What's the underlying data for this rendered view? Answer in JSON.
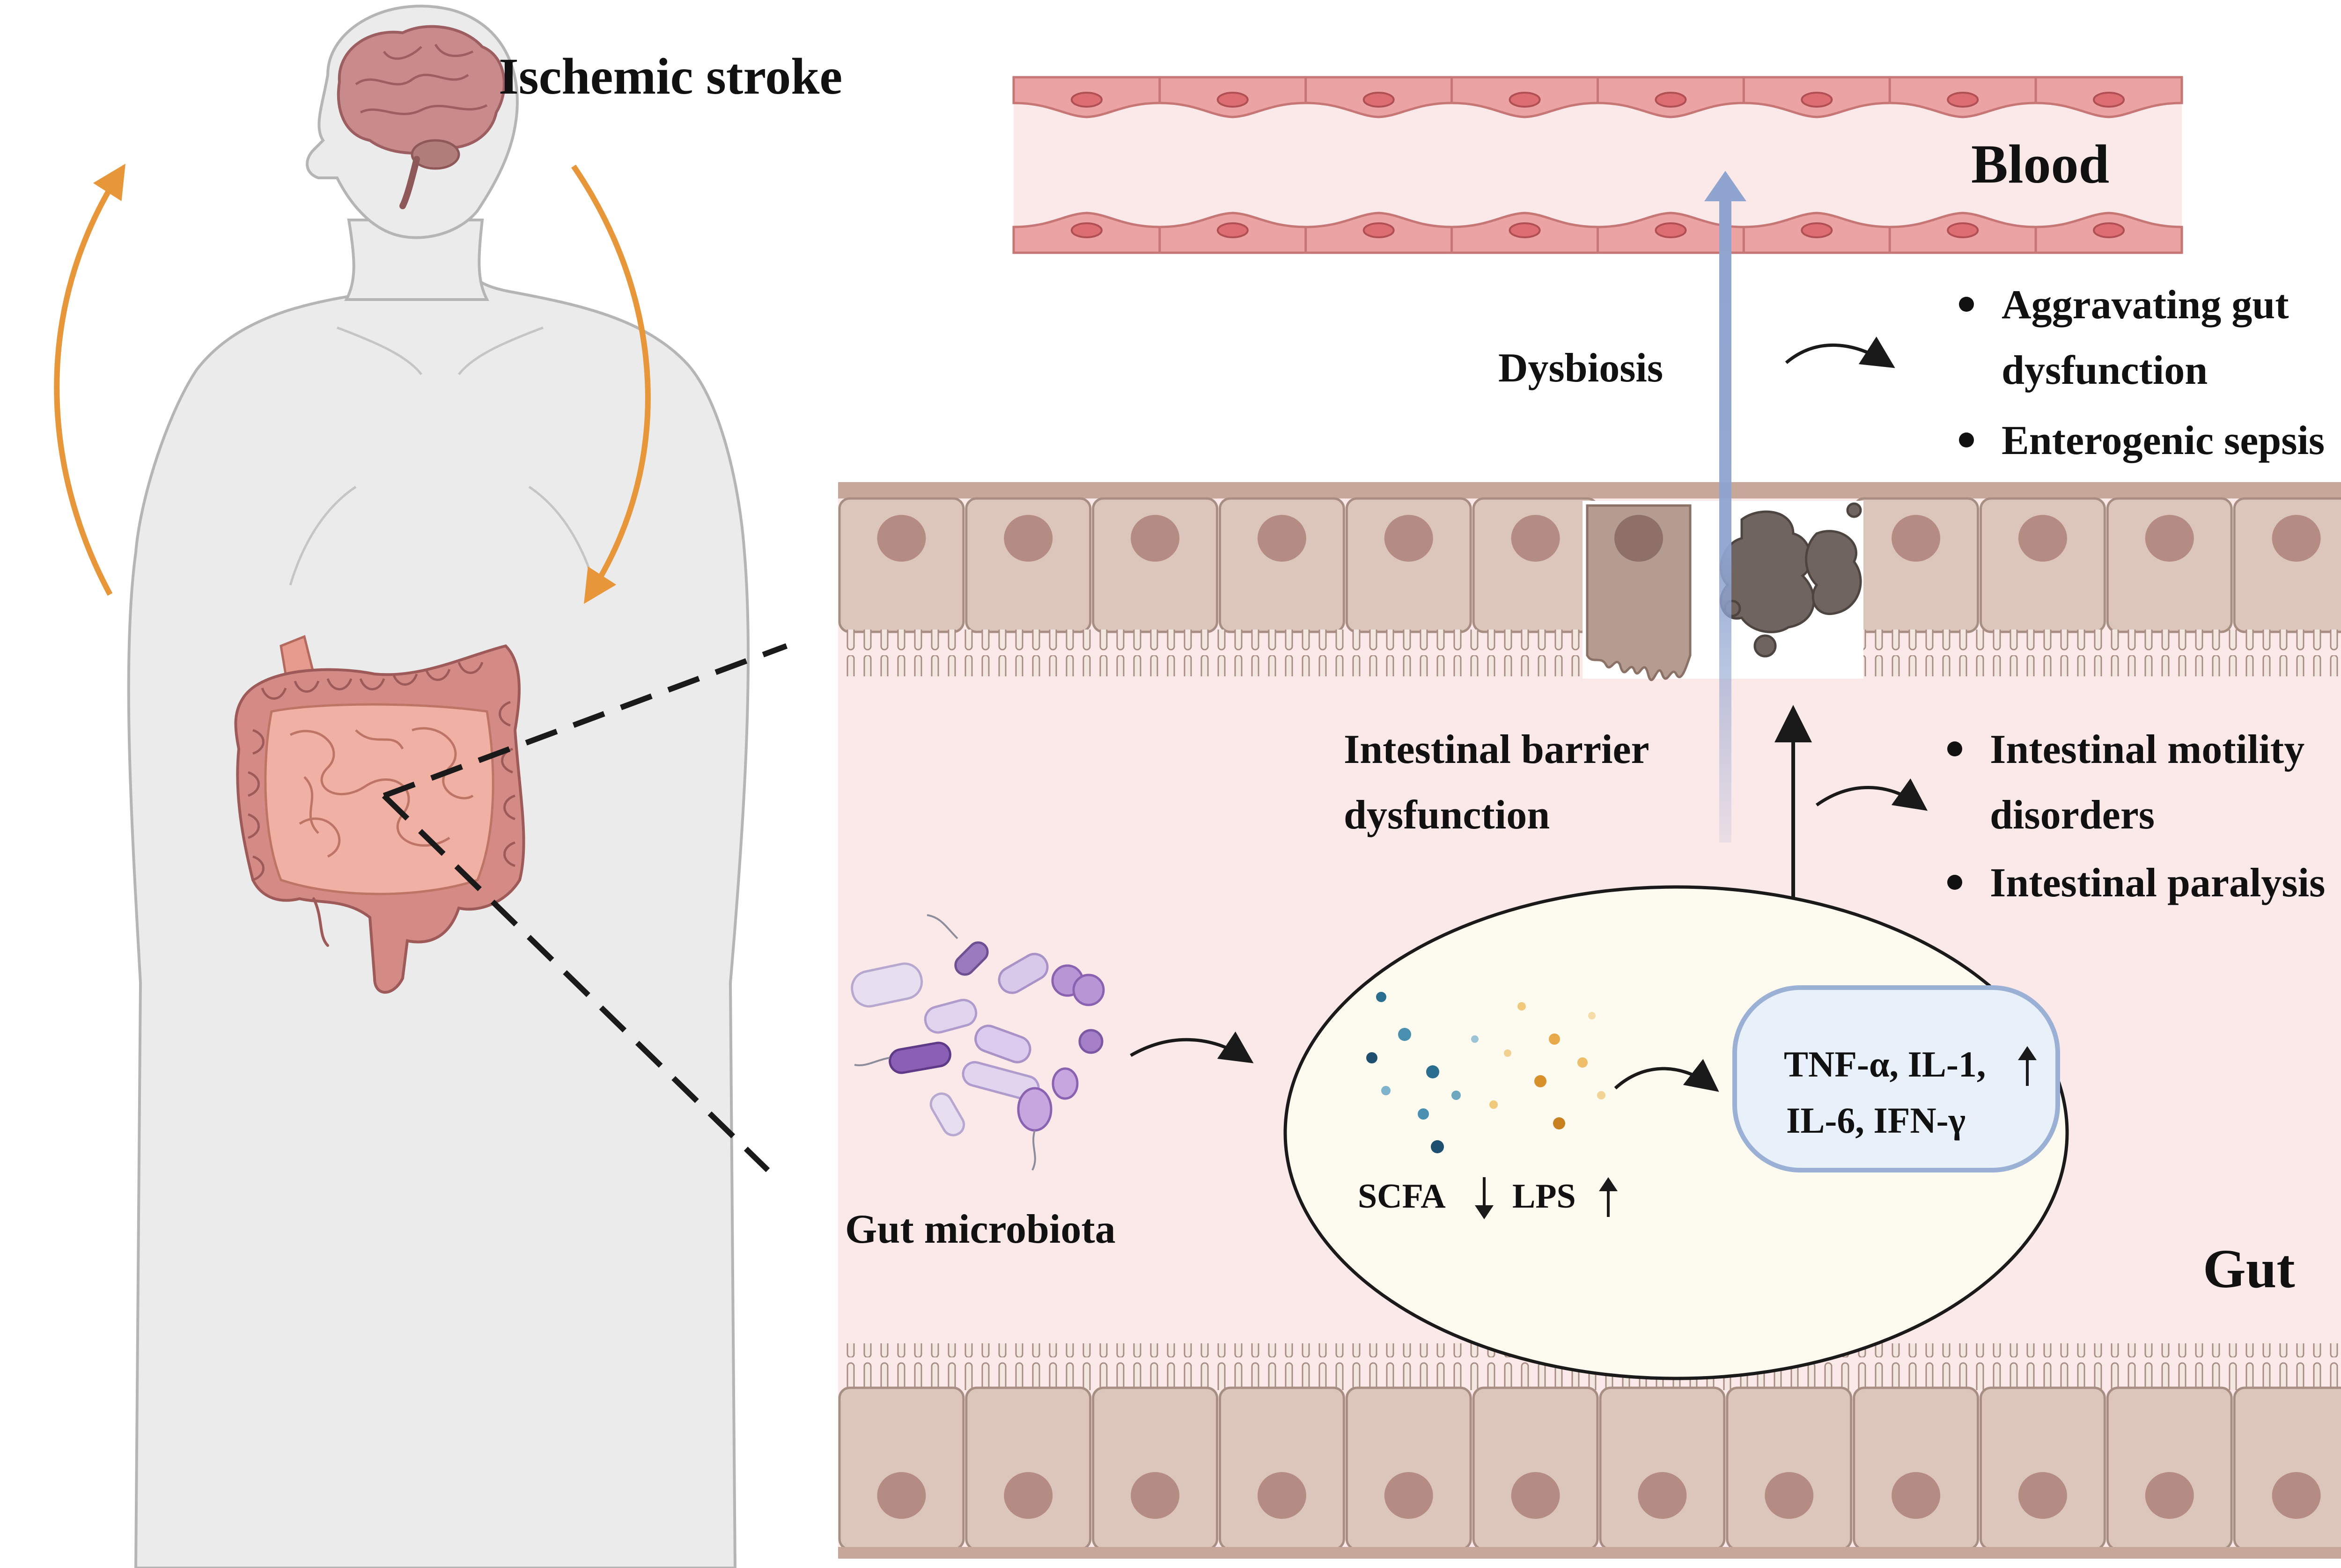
{
  "labels": {
    "stroke_title": "Ischemic stroke",
    "blood": "Blood",
    "gut": "Gut",
    "dysbiosis": "Dysbiosis",
    "barrier_line1": "Intestinal barrier",
    "barrier_line2": "dysfunction",
    "gut_microbiota": "Gut microbiota",
    "scfa": "SCFA",
    "lps": "LPS",
    "cytokines_line1": "TNF-α, IL-1,",
    "cytokines_line2": "IL-6, IFN-γ"
  },
  "outcomes_dysbiosis": [
    {
      "line1": "Aggravating gut",
      "line2": "dysfunction"
    },
    {
      "line1": "Enterogenic sepsis",
      "line2": ""
    }
  ],
  "outcomes_cytokines": [
    {
      "line1": "Intestinal motility",
      "line2": "disorders"
    },
    {
      "line1": "Intestinal paralysis",
      "line2": ""
    }
  ],
  "trends": {
    "scfa": "decrease",
    "lps": "increase",
    "cytokines": "increase"
  },
  "colors": {
    "cycle_arrow": "#e8963a",
    "vessel_wall": "#eba3a3",
    "vessel_lumen": "#fbe8e8",
    "gut_lumen": "#fbe8e8",
    "epithelium": "#dcc6bc",
    "blue_arrow": "#8fa4cf",
    "ellipse_fill": "#fdfaf0",
    "cytokine_fill": "#e8f0fa",
    "cytokine_border": "#9ab0d4",
    "microbe": "#c6b3dd"
  },
  "icons": [
    "human-body-icon",
    "brain-icon",
    "intestine-icon",
    "bacteria-icon",
    "blood-vessel-icon",
    "epithelial-cell-icon"
  ]
}
